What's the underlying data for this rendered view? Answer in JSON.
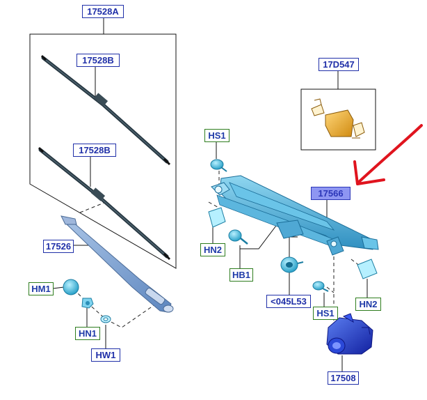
{
  "colors": {
    "label_border_blue": "#1f2fa8",
    "label_border_green": "#2e7d1e",
    "label_text": "#1e3aa8",
    "highlight_fill": "#8e96f2",
    "arrow": "#e0141e",
    "part_cyan": "#4fb8dc",
    "part_navy": "#1e40c8",
    "part_gold": "#e0a020",
    "blade": "#2b3a44"
  },
  "labels": {
    "blade_set": "17528A",
    "blade_upper": "17528B",
    "blade_lower": "17528B",
    "wiper_arm": "17526",
    "nut_cap": "HM1",
    "nut": "HN1",
    "washer": "HW1",
    "screw_top": "HS1",
    "grommet_left": "HN2",
    "bolt_left": "HB1",
    "pivot_nut": "<045L53",
    "screw_bottom": "HS1",
    "grommet_right": "HN2",
    "linkage": "17566",
    "motor": "17508",
    "cap": "17D547"
  }
}
